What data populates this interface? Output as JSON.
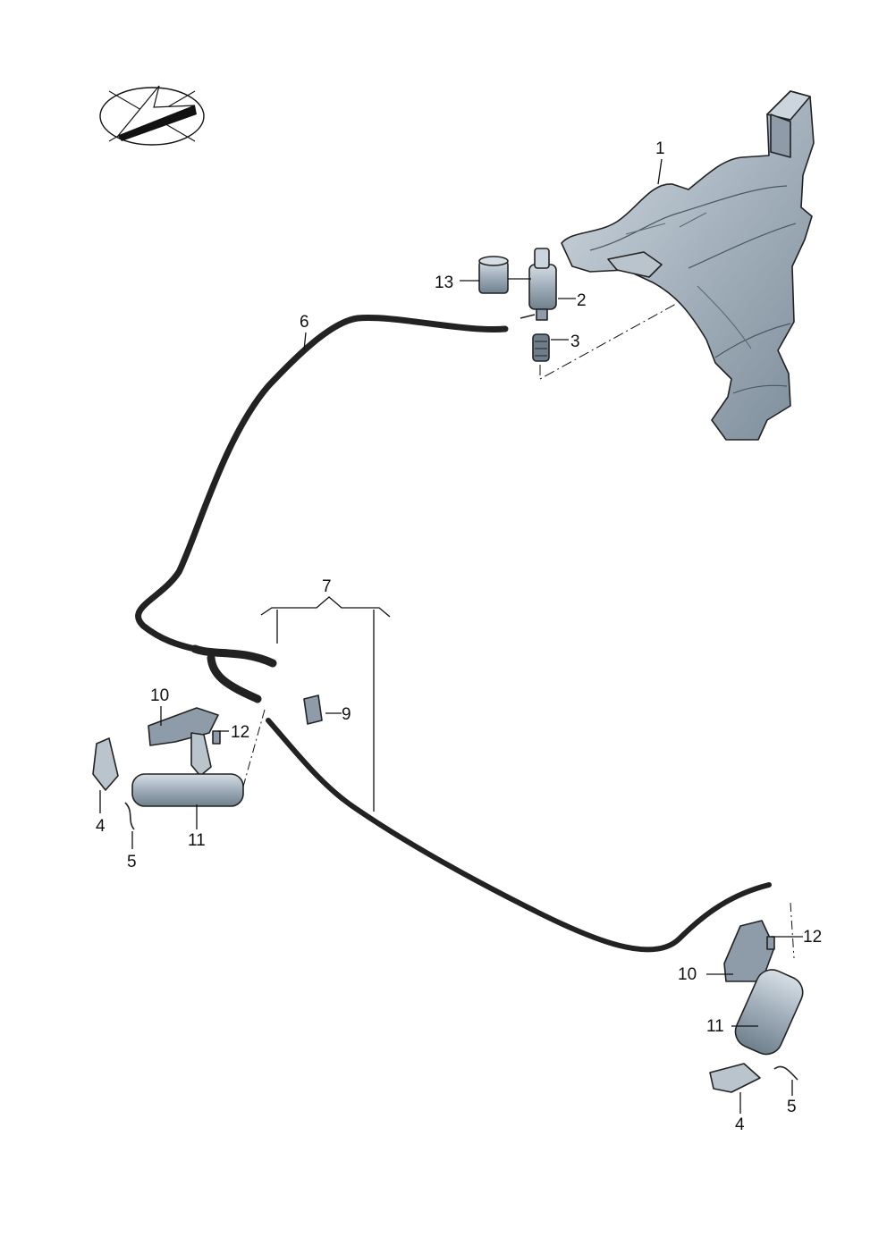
{
  "callouts": {
    "c1": "1",
    "c2": "2",
    "c3": "3",
    "c4a": "4",
    "c4b": "4",
    "c5a": "5",
    "c5b": "5",
    "c6": "6",
    "c7": "7",
    "c9": "9",
    "c10a": "10",
    "c10b": "10",
    "c11a": "11",
    "c11b": "11",
    "c12a": "12",
    "c12b": "12",
    "c13": "13"
  },
  "colors": {
    "part_fill": "#a3b1bd",
    "part_light": "#cbd5dd",
    "part_dark": "#6d7d8a",
    "line": "#222222"
  }
}
